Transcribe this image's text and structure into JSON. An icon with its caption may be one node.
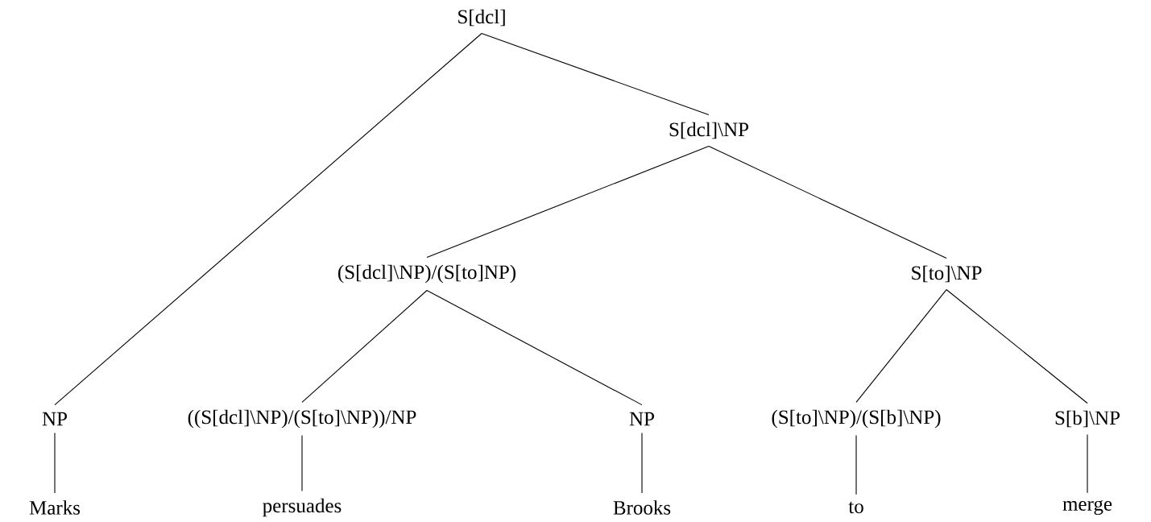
{
  "diagram": {
    "nodes": [
      {
        "text": [
          "S[dcl]"
        ]
      },
      {
        "text": [
          "S[dcl]\\NP"
        ]
      },
      {
        "text": [
          "(S[dcl]\\NP)/(S[to]NP)"
        ]
      },
      {
        "text": [
          "S[to]\\NP"
        ]
      },
      {
        "text": [
          "NP"
        ]
      },
      {
        "text": [
          "((S[dcl]\\NP)/(S[to]\\NP))/NP"
        ]
      },
      {
        "text": [
          "NP"
        ]
      },
      {
        "text": [
          "(S[to]\\NP)/(S[b]\\NP)"
        ]
      },
      {
        "text": [
          "S[b]\\NP"
        ]
      },
      {
        "text": [
          "Marks"
        ]
      },
      {
        "text": [
          "persuades"
        ]
      },
      {
        "text": [
          "Brooks"
        ]
      },
      {
        "text": [
          "to"
        ]
      },
      {
        "text": [
          "merge"
        ]
      }
    ],
    "edges": [
      {
        "from": 0,
        "to": 4,
        "arrow": "none"
      },
      {
        "from": 0,
        "to": 1,
        "arrow": "none"
      },
      {
        "from": 1,
        "to": 2,
        "arrow": "none"
      },
      {
        "from": 1,
        "to": 3,
        "arrow": "none"
      },
      {
        "from": 2,
        "to": 5,
        "arrow": "none"
      },
      {
        "from": 2,
        "to": 6,
        "arrow": "none"
      },
      {
        "from": 3,
        "to": 7,
        "arrow": "none"
      },
      {
        "from": 3,
        "to": 8,
        "arrow": "none"
      },
      {
        "from": 4,
        "to": 9,
        "arrow": "none"
      },
      {
        "from": 5,
        "to": 10,
        "arrow": "none"
      },
      {
        "from": 6,
        "to": 11,
        "arrow": "none"
      },
      {
        "from": 7,
        "to": 12,
        "arrow": "none"
      },
      {
        "from": 8,
        "to": 13,
        "arrow": "none"
      }
    ]
  }
}
